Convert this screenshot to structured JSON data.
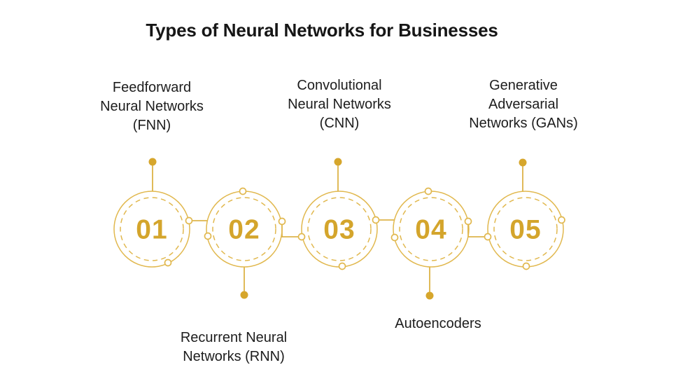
{
  "title": "Types of Neural Networks for Businesses",
  "colors": {
    "number_gold": "#D4A52C",
    "ring_gold": "#E1B84E",
    "dot_gold": "#D6A62C",
    "text_dark": "#1d1d1d",
    "background": "#ffffff"
  },
  "steps": [
    {
      "number": "01",
      "label": "Feedforward\nNeural Networks\n(FNN)",
      "label_position": "top"
    },
    {
      "number": "02",
      "label": "Recurrent Neural\nNetworks (RNN)",
      "label_position": "bottom"
    },
    {
      "number": "03",
      "label": "Convolutional\nNeural Networks\n(CNN)",
      "label_position": "top"
    },
    {
      "number": "04",
      "label": "Autoencoders",
      "label_position": "bottom"
    },
    {
      "number": "05",
      "label": "Generative\nAdversarial\nNetworks (GANs)",
      "label_position": "top"
    }
  ]
}
